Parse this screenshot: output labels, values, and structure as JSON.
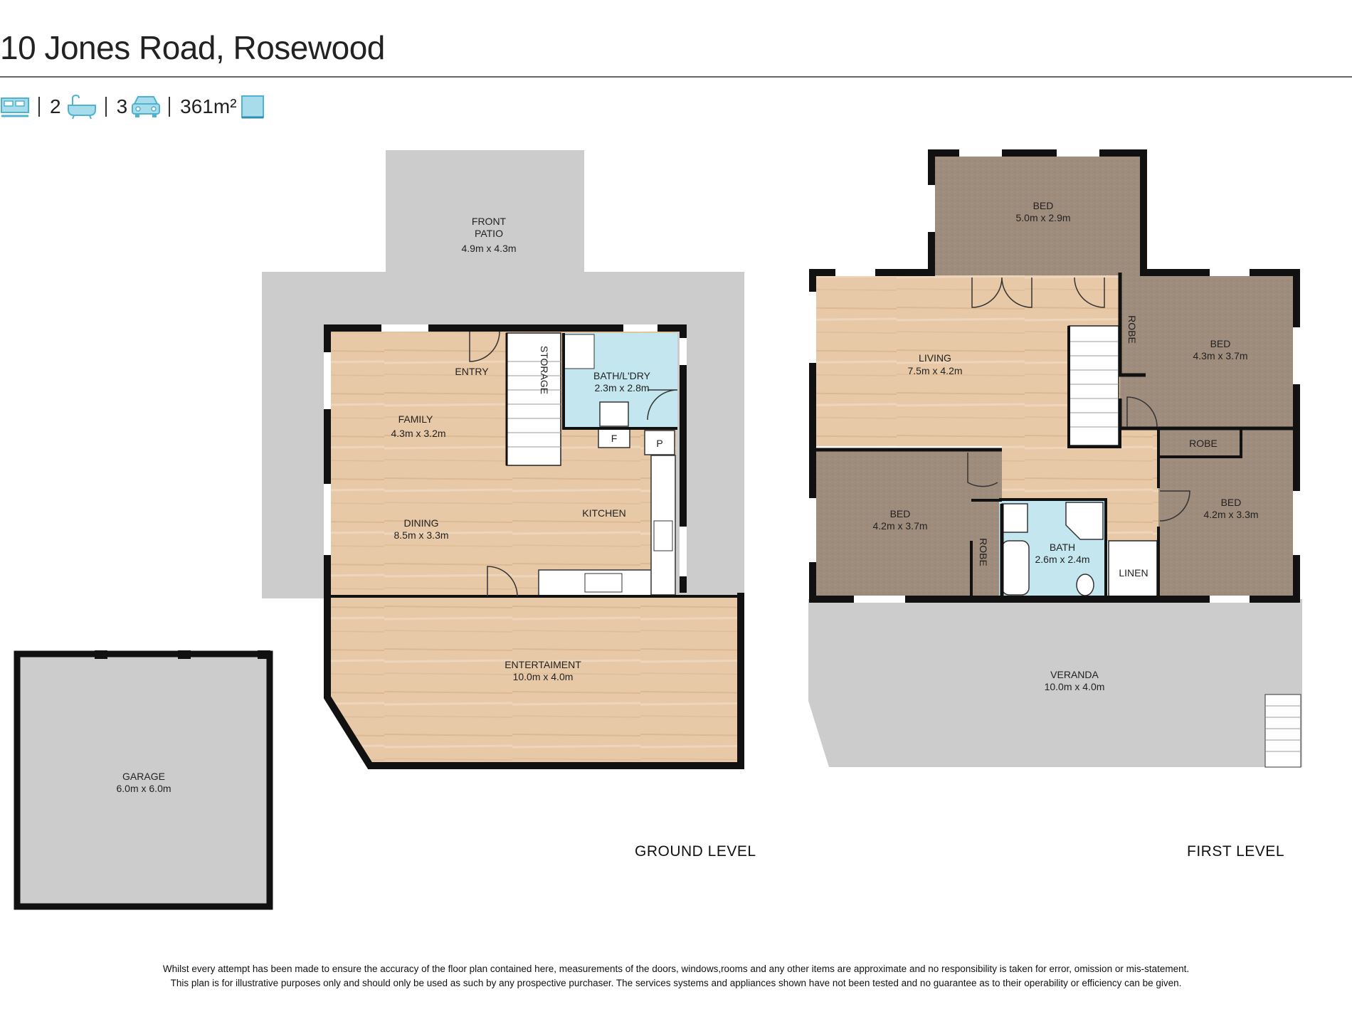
{
  "title": "10 Jones Road, Rosewood",
  "stats": [
    {
      "icon": "bed-icon",
      "value": ""
    },
    {
      "icon": "bath-icon",
      "value": "2"
    },
    {
      "icon": "car-icon",
      "value": "3"
    },
    {
      "icon": "area-icon",
      "value": "361m²"
    }
  ],
  "accent_color": "#4fb3cf",
  "ground": {
    "label": "GROUND LEVEL",
    "rooms": {
      "front_patio": {
        "name": "FRONT PATIO",
        "name2": "",
        "dims": "4.9m x 4.3m"
      },
      "entry": {
        "name": "ENTRY"
      },
      "storage": {
        "name": "STORAGE"
      },
      "bath_ldry": {
        "name": "BATH/L'DRY",
        "dims": "2.3m x 2.8m"
      },
      "family": {
        "name": "FAMILY",
        "dims": "4.3m x 3.2m"
      },
      "f": {
        "name": "F"
      },
      "p": {
        "name": "P"
      },
      "kitchen": {
        "name": "KITCHEN"
      },
      "dining": {
        "name": "DINING",
        "dims": "8.5m x 3.3m"
      },
      "entertainment": {
        "name": "ENTERTAIMENT",
        "dims": "10.0m x 4.0m"
      },
      "garage": {
        "name": "GARAGE",
        "dims": "6.0m x 6.0m"
      }
    }
  },
  "first": {
    "label": "FIRST LEVEL",
    "rooms": {
      "bed_top": {
        "name": "BED",
        "dims": "5.0m x 2.9m"
      },
      "living": {
        "name": "LIVING",
        "dims": "7.5m x 4.2m"
      },
      "robe_right": {
        "name": "ROBE"
      },
      "bed_right": {
        "name": "BED",
        "dims": "4.3m x 3.7m"
      },
      "robe_mid": {
        "name": "ROBE"
      },
      "bed_left": {
        "name": "BED",
        "dims": "4.2m x 3.7m"
      },
      "robe_left": {
        "name": "ROBE"
      },
      "bath": {
        "name": "BATH",
        "dims": "2.6m x 2.4m"
      },
      "linen": {
        "name": "LINEN"
      },
      "bed_mid": {
        "name": "BED",
        "dims": "4.2m x 3.3m"
      },
      "veranda": {
        "name": "VERANDA",
        "dims": "10.0m x 4.0m"
      }
    }
  },
  "disclaimer": {
    "line1": "Whilst every attempt has been made to ensure the accuracy of the floor plan contained here, measurements of the doors, windows,rooms and any other items are approximate and no responsibility is taken for error, omission or mis-statement.",
    "line2": "This plan is for illustrative purposes only and should only be used as such by any prospective purchaser. The services systems and appliances shown have not been tested and no guarantee as to their operability or efficiency can be given."
  }
}
